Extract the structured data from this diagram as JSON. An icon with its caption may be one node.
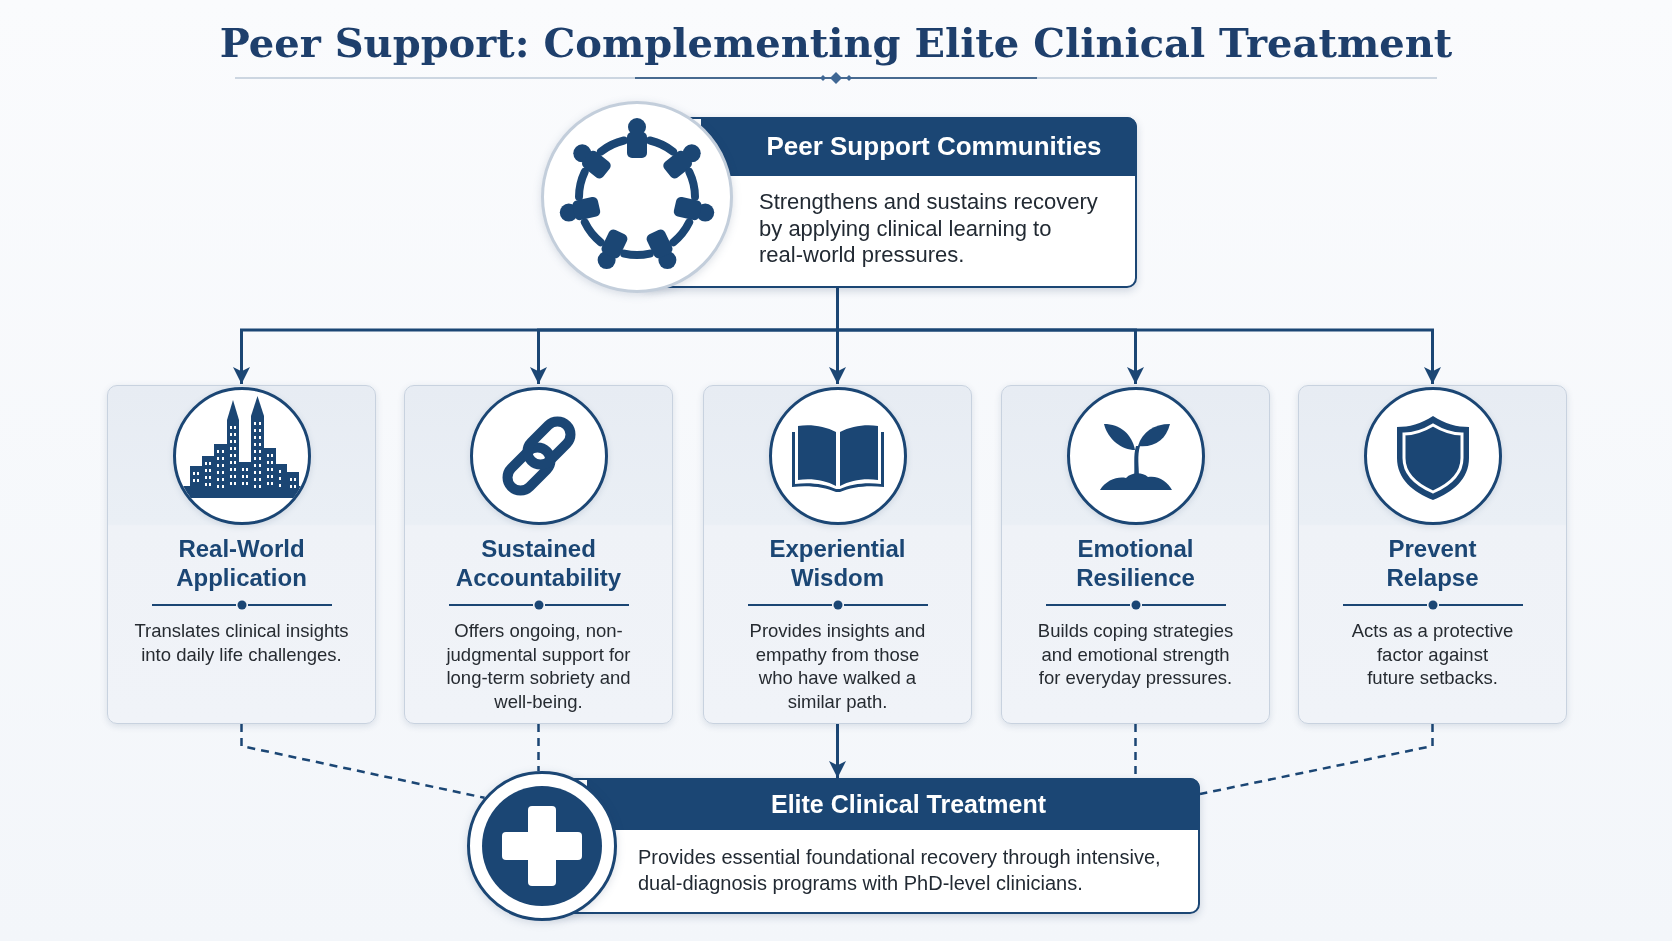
{
  "diagram": {
    "title": "Peer Support: Complementing Elite Clinical Treatment",
    "nodes": [
      {
        "text": [
          "Peer Support Communities",
          "Strengthens and sustains recovery by applying clinical learning to real-world pressures."
        ]
      },
      {
        "text": [
          "Real-World Application",
          "Translates clinical insights into daily life challenges."
        ]
      },
      {
        "text": [
          "Sustained Accountability",
          "Offers ongoing, non-judgmental support for long-term sobriety and well-being."
        ]
      },
      {
        "text": [
          "Experiential Wisdom",
          "Provides insights and empathy from those who have walked a similar path."
        ]
      },
      {
        "text": [
          "Emotional Resilience",
          "Builds coping strategies and emotional strength for everyday pressures."
        ]
      },
      {
        "text": [
          "Prevent Relapse",
          "Acts as a protective factor against future setbacks."
        ]
      },
      {
        "text": [
          "Elite Clinical Treatment",
          "Provides essential foundational recovery through intensive, dual-diagnosis programs with PhD-level clinicians."
        ]
      }
    ],
    "edges": [
      {
        "from": 0,
        "to": 1,
        "arrow": "to"
      },
      {
        "from": 0,
        "to": 2,
        "arrow": "to"
      },
      {
        "from": 0,
        "to": 3,
        "arrow": "to"
      },
      {
        "from": 0,
        "to": 4,
        "arrow": "to"
      },
      {
        "from": 0,
        "to": 5,
        "arrow": "to"
      },
      {
        "from": 1,
        "to": 6,
        "arrow": "none",
        "style": "dashed"
      },
      {
        "from": 2,
        "to": 6,
        "arrow": "none",
        "style": "dashed"
      },
      {
        "from": 3,
        "to": 6,
        "arrow": "to"
      },
      {
        "from": 4,
        "to": 6,
        "arrow": "none",
        "style": "dashed"
      },
      {
        "from": 5,
        "to": 6,
        "arrow": "none",
        "style": "dashed"
      }
    ]
  }
}
